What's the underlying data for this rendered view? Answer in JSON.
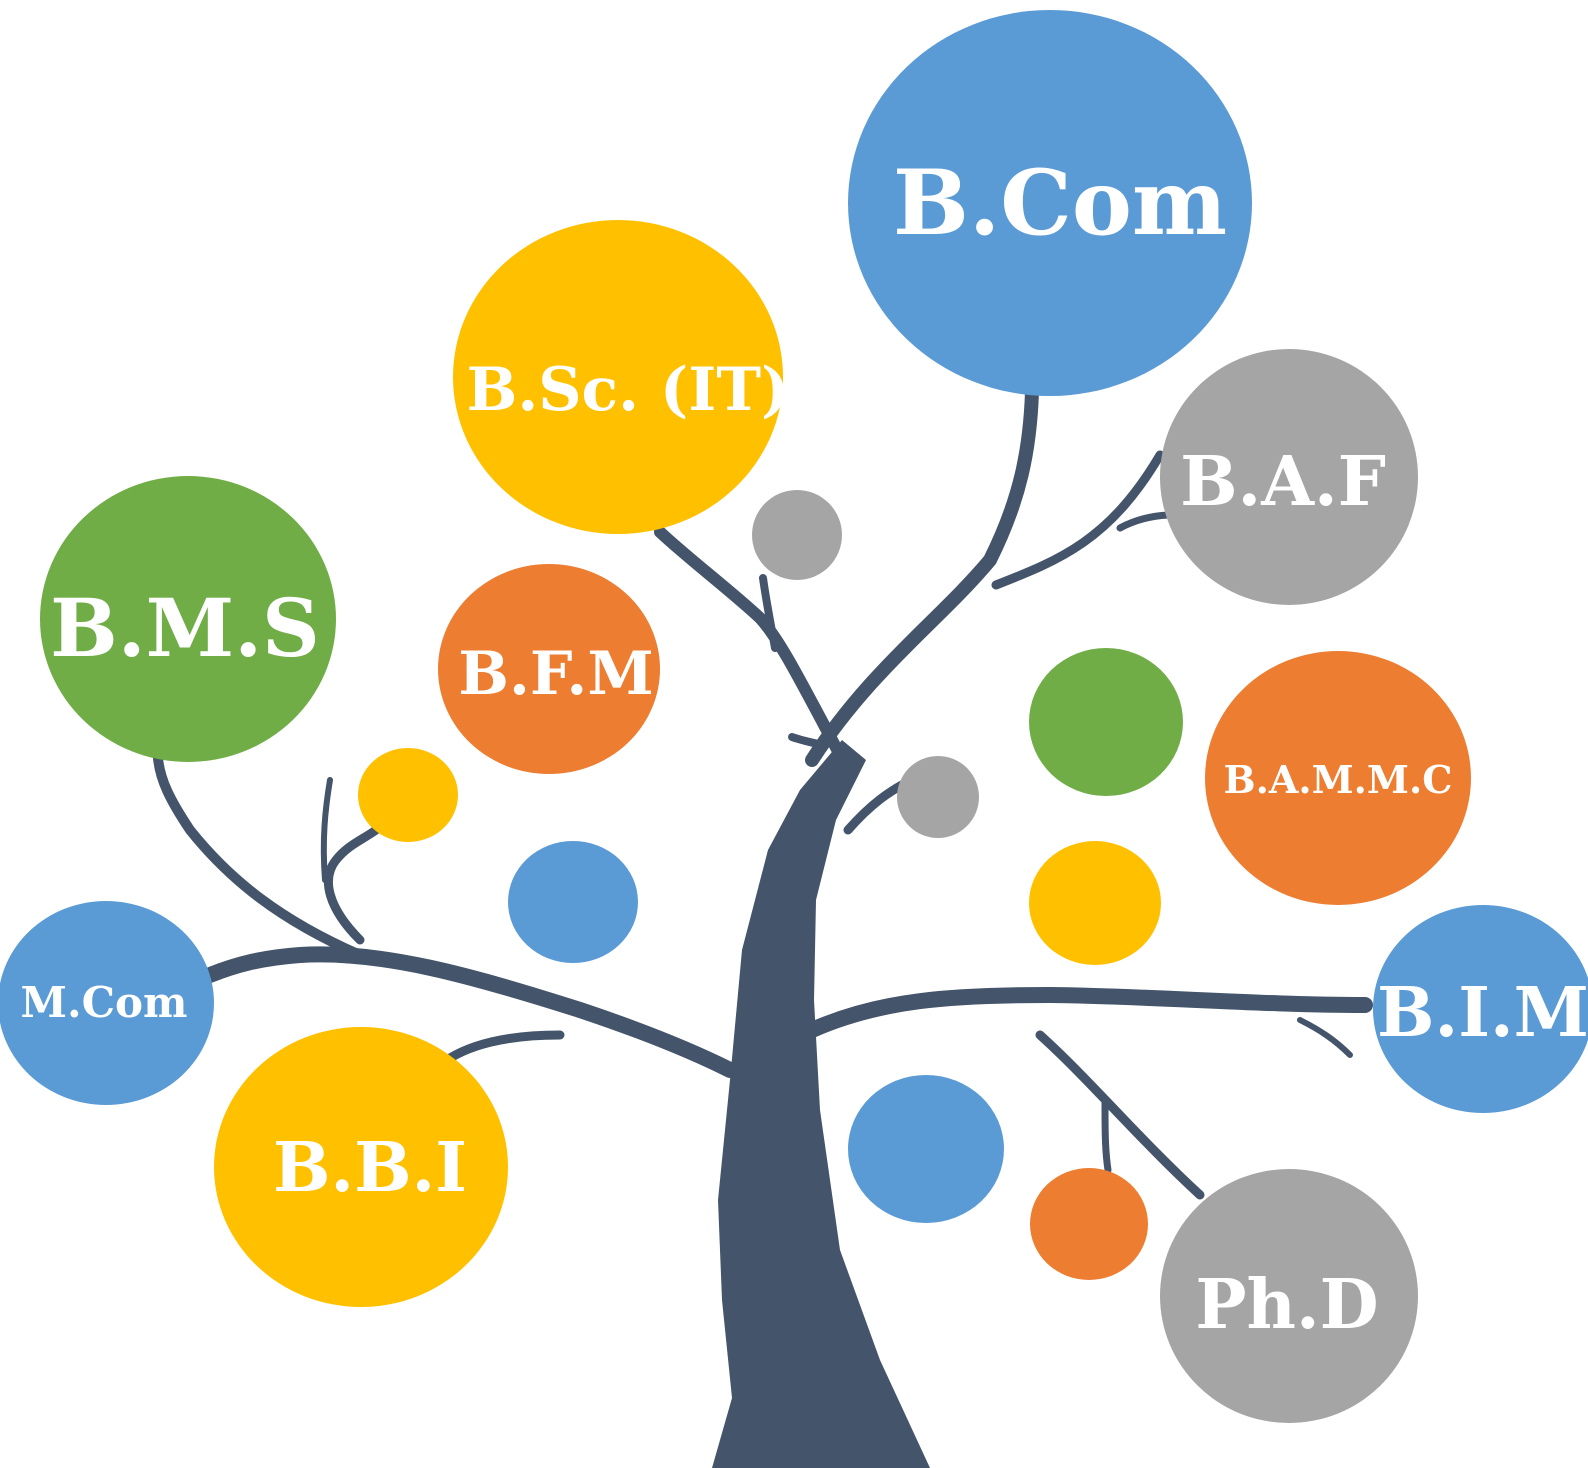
{
  "colors": {
    "trunk": "#44546A",
    "blue": "#5B9BD5",
    "yellow": "#FFC000",
    "green": "#70AD47",
    "orange": "#ED7D31",
    "gray": "#A5A5A5",
    "label": "#FFFFFF"
  },
  "courses": {
    "bcom": "B.Com",
    "bsc_it": "B.Sc. (IT)",
    "baf": "B.A.F",
    "bms": "B.M.S",
    "bfm": "B.F.M",
    "bammc": "B.A.M.M.C",
    "mcom": "M.Com",
    "bim": "B.I.M",
    "bbi": "B.B.I",
    "phd": "Ph.D"
  }
}
